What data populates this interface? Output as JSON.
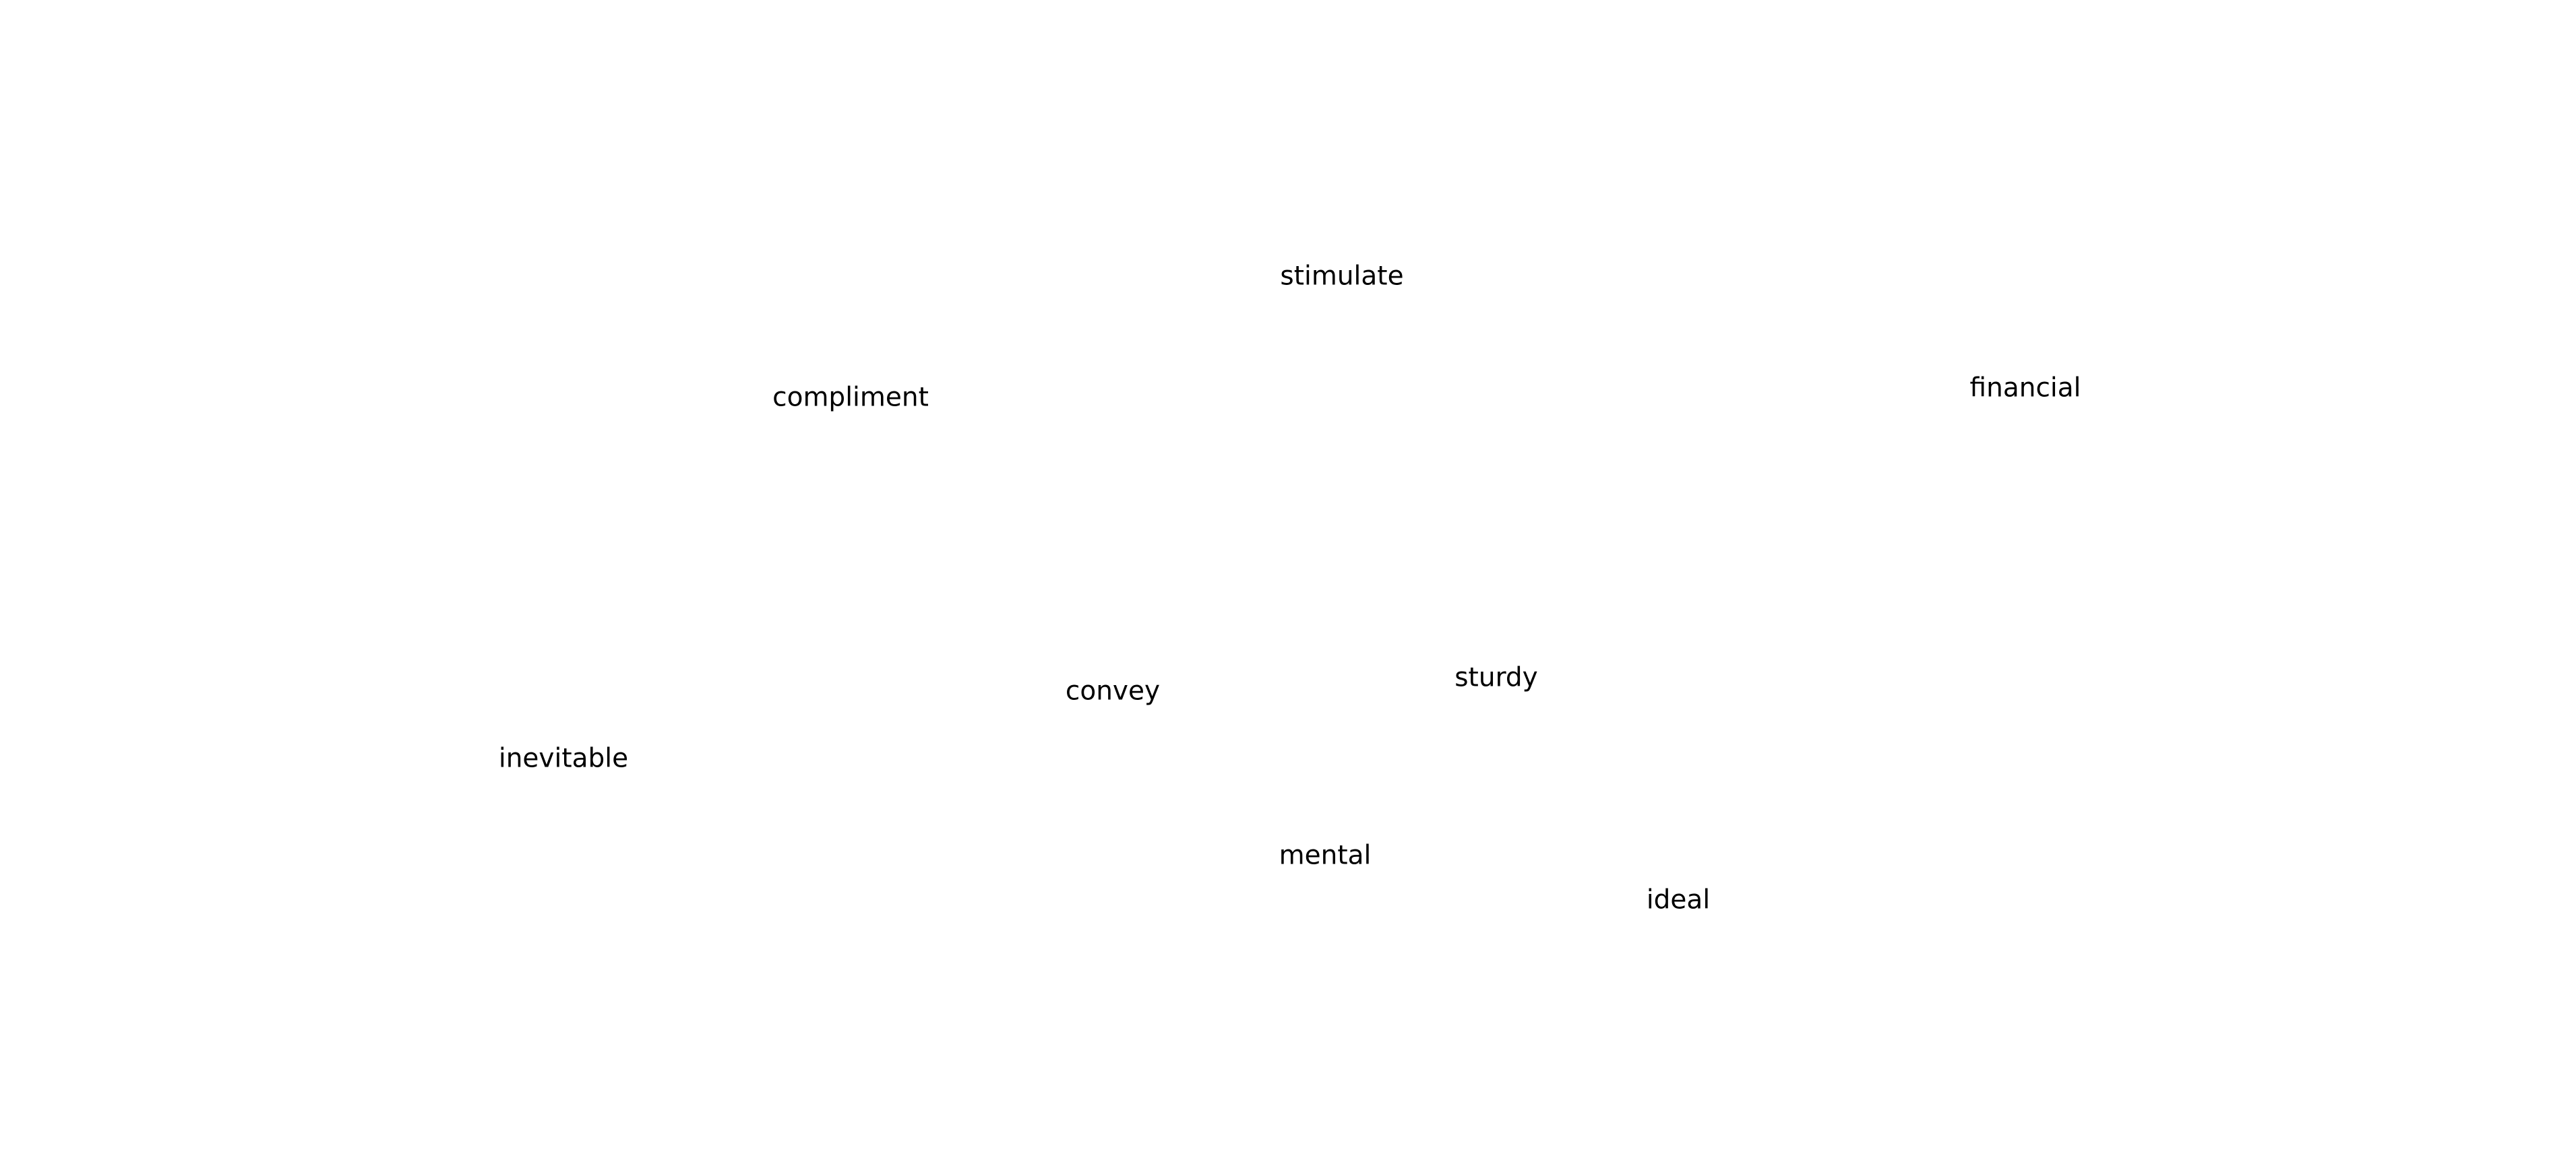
{
  "words": {
    "stimulate": "stimulate",
    "compliment": "compliment",
    "financial": "financial",
    "convey": "convey",
    "sturdy": "sturdy",
    "inevitable": "inevitable",
    "mental": "mental",
    "ideal": "ideal"
  },
  "colors": {
    "background": "#ffffff",
    "text": "#000000"
  }
}
